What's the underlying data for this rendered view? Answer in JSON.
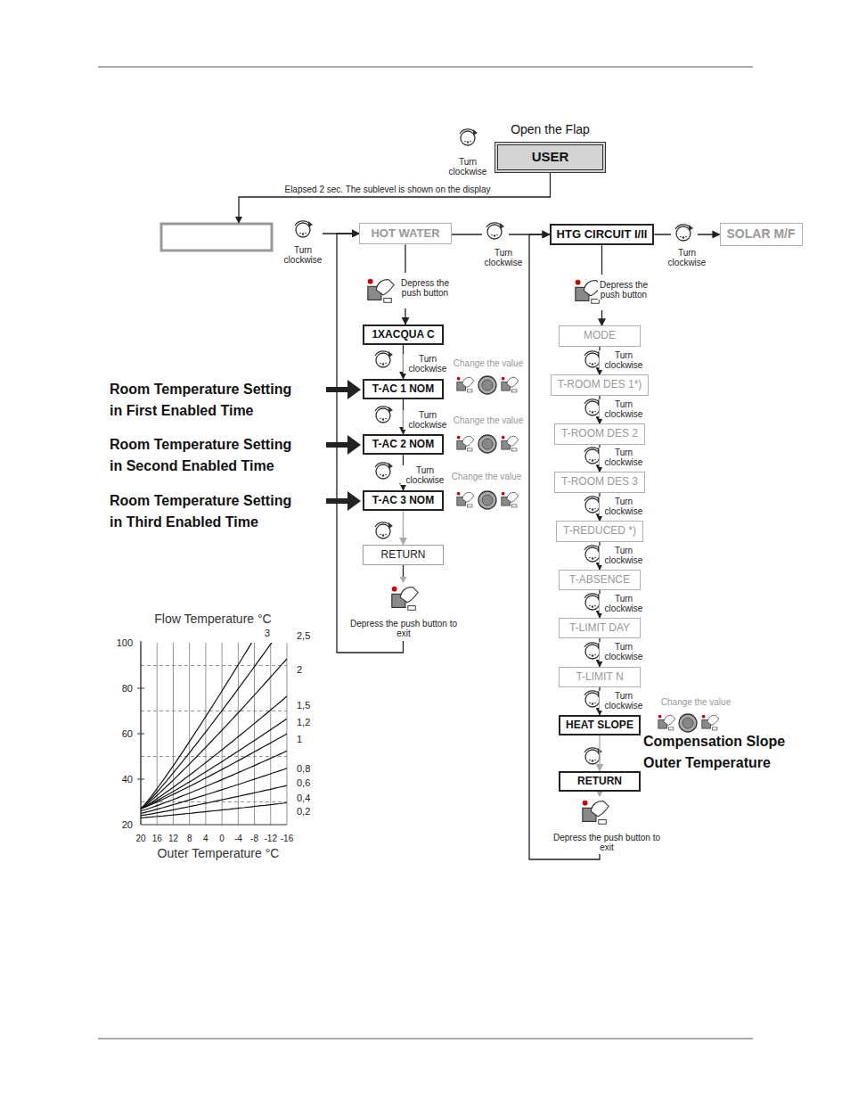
{
  "diagram": {
    "nodes": [
      {
        "text": [
          "Open the Flap",
          "USER"
        ]
      },
      {
        "text": [
          "HOT WATER"
        ]
      },
      {
        "text": [
          "HTG CIRCUIT I/II"
        ]
      },
      {
        "text": [
          "SOLAR M/F"
        ]
      },
      {
        "text": [
          "1XACQUA C"
        ]
      },
      {
        "text": [
          "T-AC 1 NOM"
        ]
      },
      {
        "text": [
          "T-AC 2 NOM"
        ]
      },
      {
        "text": [
          "T-AC 3 NOM"
        ]
      },
      {
        "text": [
          "RETURN"
        ]
      },
      {
        "text": [
          "MODE"
        ]
      },
      {
        "text": [
          "T-ROOM DES 1*)"
        ]
      },
      {
        "text": [
          "T-ROOM DES 2"
        ]
      },
      {
        "text": [
          "T-ROOM DES 3"
        ]
      },
      {
        "text": [
          "T-REDUCED *)"
        ]
      },
      {
        "text": [
          "T-ABSENCE"
        ]
      },
      {
        "text": [
          "T-LIMIT DAY"
        ]
      },
      {
        "text": [
          "T-LIMIT N"
        ]
      },
      {
        "text": [
          "HEAT SLOPE"
        ]
      },
      {
        "text": [
          "RETURN"
        ]
      }
    ],
    "edges": [
      {
        "from": 0,
        "to": 1,
        "arrow": "to",
        "label": "Elapsed 2 sec. The sublevel is shown on the display"
      },
      {
        "from": 1,
        "to": 2,
        "arrow": "to",
        "label": "Turn clockwise"
      },
      {
        "from": 2,
        "to": 3,
        "arrow": "to",
        "label": "Turn clockwise"
      },
      {
        "from": 1,
        "to": 4,
        "arrow": "to",
        "label": "Depress the push button"
      },
      {
        "from": 4,
        "to": 5,
        "arrow": "to",
        "label": "Turn clockwise"
      },
      {
        "from": 5,
        "to": 6,
        "arrow": "to",
        "label": "Turn clockwise"
      },
      {
        "from": 6,
        "to": 7,
        "arrow": "to",
        "label": "Turn clockwise"
      },
      {
        "from": 7,
        "to": 8,
        "arrow": "to"
      },
      {
        "from": 8,
        "to": 1,
        "arrow": "to",
        "label": "Depress the push button to exit"
      },
      {
        "from": 2,
        "to": 9,
        "arrow": "to",
        "label": "Depress the push button"
      },
      {
        "from": 9,
        "to": 10,
        "arrow": "to",
        "label": "Turn clockwise"
      },
      {
        "from": 10,
        "to": 11,
        "arrow": "to",
        "label": "Turn clockwise"
      },
      {
        "from": 11,
        "to": 12,
        "arrow": "to",
        "label": "Turn clockwise"
      },
      {
        "from": 12,
        "to": 13,
        "arrow": "to",
        "label": "Turn clockwise"
      },
      {
        "from": 13,
        "to": 14,
        "arrow": "to",
        "label": "Turn clockwise"
      },
      {
        "from": 14,
        "to": 15,
        "arrow": "to",
        "label": "Turn clockwise"
      },
      {
        "from": 15,
        "to": 16,
        "arrow": "to",
        "label": "Turn clockwise"
      },
      {
        "from": 16,
        "to": 17,
        "arrow": "to",
        "label": "Turn clockwise"
      },
      {
        "from": 17,
        "to": 18,
        "arrow": "to"
      },
      {
        "from": 18,
        "to": 2,
        "arrow": "to",
        "label": "Depress the push button to exit"
      }
    ],
    "labels": [
      "Turn clockwise",
      "Turn clockwise",
      "Change the value",
      "Change the value",
      "Change the value",
      "Room Temperature Setting in First Enabled Time",
      "Room Temperature Setting in Second Enabled Time",
      "Room Temperature Setting in Third Enabled Time",
      "Change the value",
      "Compensation Slope Outer Temperature",
      "Flow Temperature °C",
      "Outer Temperature °C",
      "100",
      "80",
      "60",
      "40",
      "20",
      "20",
      "16",
      "12",
      "8",
      "4",
      "0",
      "-4",
      "-8",
      "-12",
      "-16",
      "3",
      "2,5",
      "2",
      "1,5",
      "1,2",
      "1",
      "0,8",
      "0,6",
      "0,4",
      "0,2"
    ]
  }
}
